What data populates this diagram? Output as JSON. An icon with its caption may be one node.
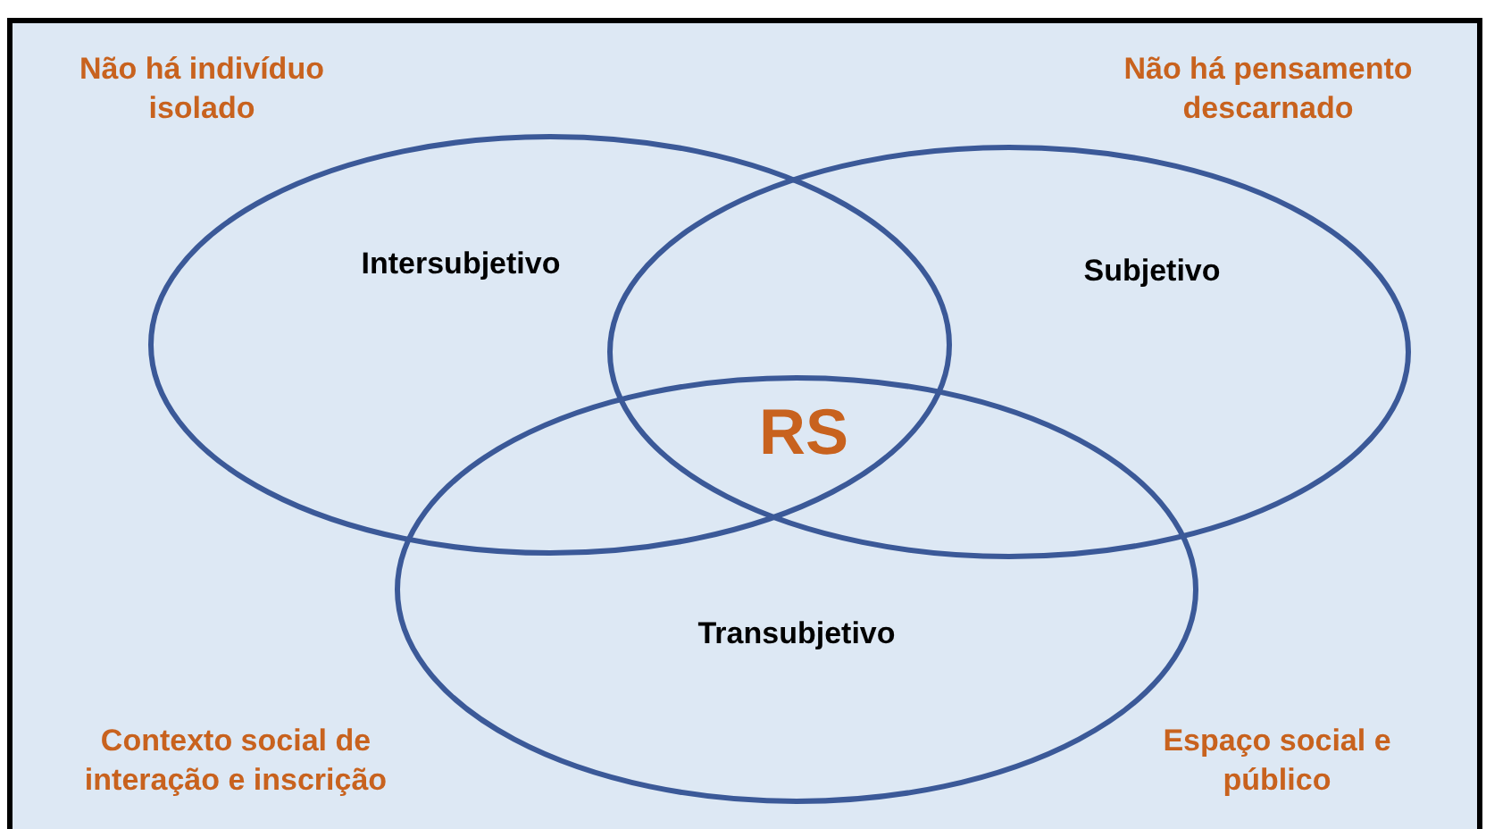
{
  "diagram": {
    "nodes": [
      {
        "text": [
          "Intersubjetivo"
        ]
      },
      {
        "text": [
          "Subjetivo"
        ]
      },
      {
        "text": [
          "Transubjetivo"
        ]
      }
    ],
    "edges": [],
    "labels": [
      "Não há indivíduo isolado",
      "Não há pensamento descarnado",
      "RS",
      "Contexto social de interação e inscrição",
      "Espaço social e público"
    ]
  }
}
